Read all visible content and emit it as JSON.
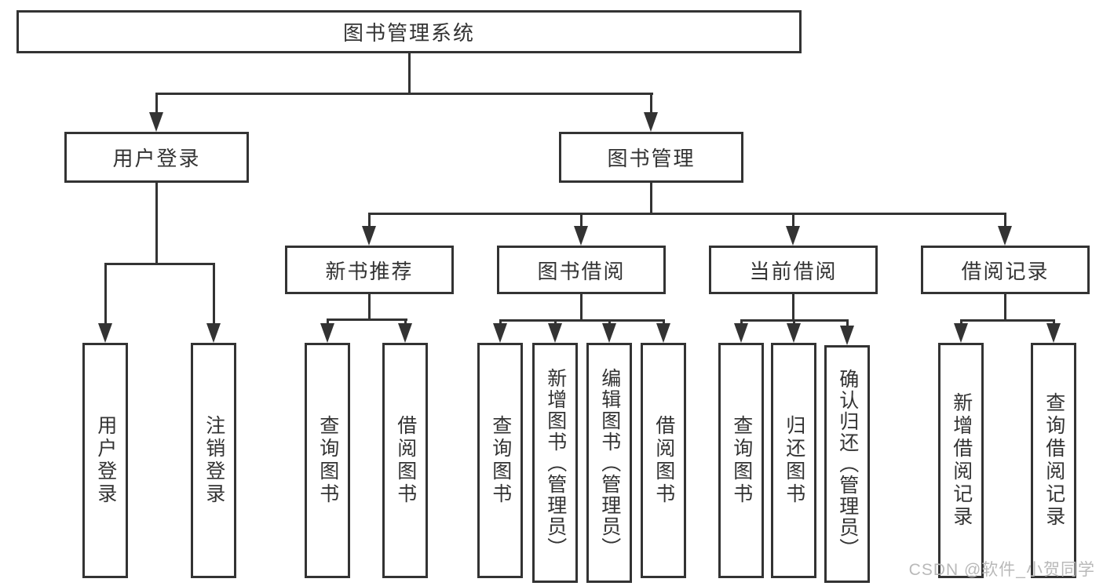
{
  "diagram_title": "图书管理系统",
  "colors": {
    "line": "#333333",
    "text": "#333333",
    "watermark": "#b9b9b9",
    "background": "#ffffff"
  },
  "tree": {
    "label": "图书管理系统",
    "children": [
      {
        "label": "用户登录",
        "children": [
          {
            "label": "用户登录"
          },
          {
            "label": "注销登录"
          }
        ]
      },
      {
        "label": "图书管理",
        "children": [
          {
            "label": "新书推荐",
            "children": [
              {
                "label": "查询图书"
              },
              {
                "label": "借阅图书"
              }
            ]
          },
          {
            "label": "图书借阅",
            "children": [
              {
                "label": "查询图书"
              },
              {
                "label": "新增图书（管理员）"
              },
              {
                "label": "编辑图书（管理员）"
              },
              {
                "label": "借阅图书"
              }
            ]
          },
          {
            "label": "当前借阅",
            "children": [
              {
                "label": "查询图书"
              },
              {
                "label": "归还图书"
              },
              {
                "label": "确认归还（管理员）"
              }
            ]
          },
          {
            "label": "借阅记录",
            "children": [
              {
                "label": "新增借阅记录"
              },
              {
                "label": "查询借阅记录"
              }
            ]
          }
        ]
      }
    ]
  },
  "watermark": {
    "text": "CSDN @软件_小贺同学"
  }
}
